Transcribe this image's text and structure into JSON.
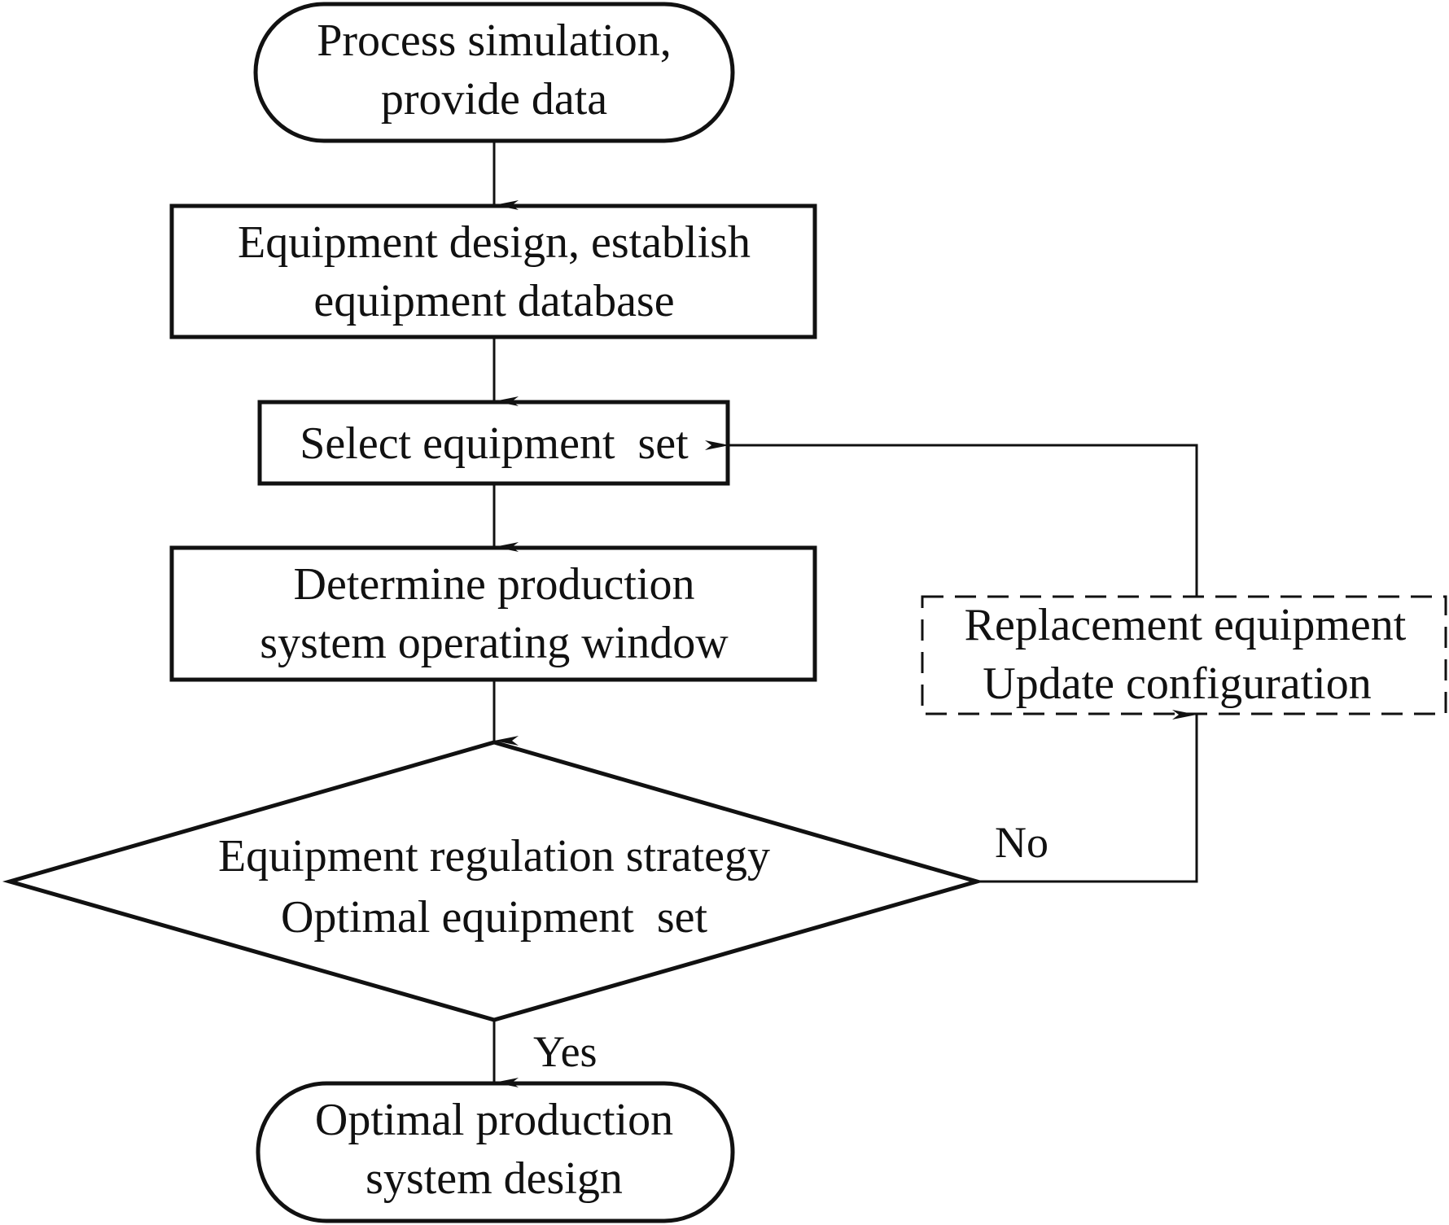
{
  "diagram": {
    "type": "flowchart",
    "colors": {
      "stroke": "#111111",
      "background": "#ffffff",
      "text": "#111111"
    },
    "nodes": [
      {
        "id": "start",
        "shape": "terminal",
        "lines": [
          "Process simulation,",
          "provide data"
        ]
      },
      {
        "id": "design",
        "shape": "process",
        "lines": [
          "Equipment design, establish",
          "equipment database"
        ]
      },
      {
        "id": "select",
        "shape": "process",
        "lines": [
          "Select equipment  set"
        ]
      },
      {
        "id": "window",
        "shape": "process",
        "lines": [
          "Determine production",
          "system operating window"
        ]
      },
      {
        "id": "decision",
        "shape": "decision",
        "lines": [
          "Equipment regulation strategy",
          "Optimal equipment  set"
        ]
      },
      {
        "id": "replace",
        "shape": "process-dashed",
        "lines": [
          "Replacement equipment",
          "Update configuration"
        ]
      },
      {
        "id": "end",
        "shape": "terminal",
        "lines": [
          "Optimal production",
          "system design"
        ]
      }
    ],
    "edges": [
      {
        "from": "start",
        "to": "design",
        "label": ""
      },
      {
        "from": "design",
        "to": "select",
        "label": ""
      },
      {
        "from": "select",
        "to": "window",
        "label": ""
      },
      {
        "from": "window",
        "to": "decision",
        "label": ""
      },
      {
        "from": "decision",
        "to": "end",
        "label": "Yes"
      },
      {
        "from": "decision",
        "to": "replace",
        "label": "No"
      },
      {
        "from": "replace",
        "to": "select",
        "label": ""
      }
    ]
  }
}
